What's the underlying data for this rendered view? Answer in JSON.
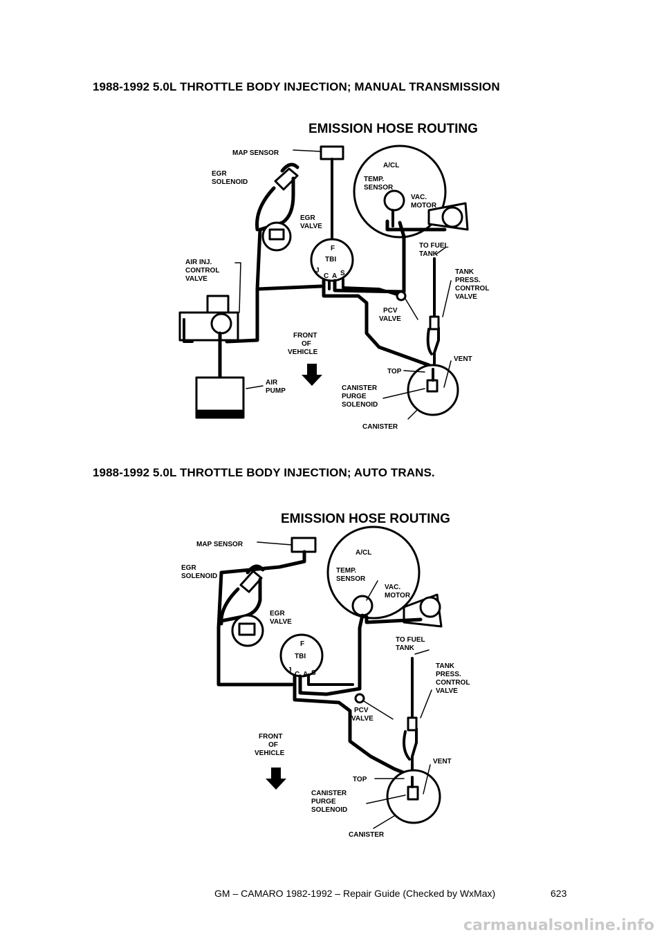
{
  "headings": {
    "manual": "1988-1992 5.0L THROTTLE BODY INJECTION; MANUAL TRANSMISSION",
    "auto": "1988-1992 5.0L THROTTLE BODY INJECTION; AUTO TRANS."
  },
  "diagram_manual": {
    "title": "EMISSION HOSE ROUTING",
    "map_sensor": "MAP SENSOR",
    "egr_solenoid_1": "EGR",
    "egr_solenoid_2": "SOLENOID",
    "egr_valve_1": "EGR",
    "egr_valve_2": "VALVE",
    "acl": "A/CL",
    "temp_sensor_1": "TEMP.",
    "temp_sensor_2": "SENSOR",
    "vac_motor_1": "VAC.",
    "vac_motor_2": "MOTOR",
    "air_inj_1": "AIR INJ.",
    "air_inj_2": "CONTROL",
    "air_inj_3": "VALVE",
    "tbi": "TBI",
    "port_f": "F",
    "port_j": "J",
    "port_c": "C",
    "port_a": "A",
    "port_s": "S",
    "to_fuel_1": "TO FUEL",
    "to_fuel_2": "TANK",
    "tank_press_1": "TANK",
    "tank_press_2": "PRESS.",
    "tank_press_3": "CONTROL",
    "tank_press_4": "VALVE",
    "pcv_1": "PCV",
    "pcv_2": "VALVE",
    "front_1": "FRONT",
    "front_2": "OF",
    "front_3": "VEHICLE",
    "vent": "VENT",
    "top": "TOP",
    "purge_1": "CANISTER",
    "purge_2": "PURGE",
    "purge_3": "SOLENOID",
    "air_pump_1": "AIR",
    "air_pump_2": "PUMP",
    "canister": "CANISTER"
  },
  "diagram_auto": {
    "title": "EMISSION HOSE ROUTING",
    "map_sensor": "MAP SENSOR",
    "egr_solenoid_1": "EGR",
    "egr_solenoid_2": "SOLENOID",
    "egr_valve_1": "EGR",
    "egr_valve_2": "VALVE",
    "acl": "A/CL",
    "temp_sensor_1": "TEMP.",
    "temp_sensor_2": "SENSOR",
    "vac_motor_1": "VAC.",
    "vac_motor_2": "MOTOR",
    "tbi": "TBI",
    "port_f": "F",
    "port_j": "J",
    "port_c": "C",
    "port_a": "A",
    "port_s": "S",
    "to_fuel_1": "TO FUEL",
    "to_fuel_2": "TANK",
    "tank_press_1": "TANK",
    "tank_press_2": "PRESS.",
    "tank_press_3": "CONTROL",
    "tank_press_4": "VALVE",
    "pcv_1": "PCV",
    "pcv_2": "VALVE",
    "front_1": "FRONT",
    "front_2": "OF",
    "front_3": "VEHICLE",
    "vent": "VENT",
    "top": "TOP",
    "purge_1": "CANISTER",
    "purge_2": "PURGE",
    "purge_3": "SOLENOID",
    "canister": "CANISTER"
  },
  "footer": {
    "reference": "GM – CAMARO 1982-1992 – Repair Guide (Checked by WxMax)",
    "page_number": "623"
  },
  "watermark": "carmanualsonline.info"
}
